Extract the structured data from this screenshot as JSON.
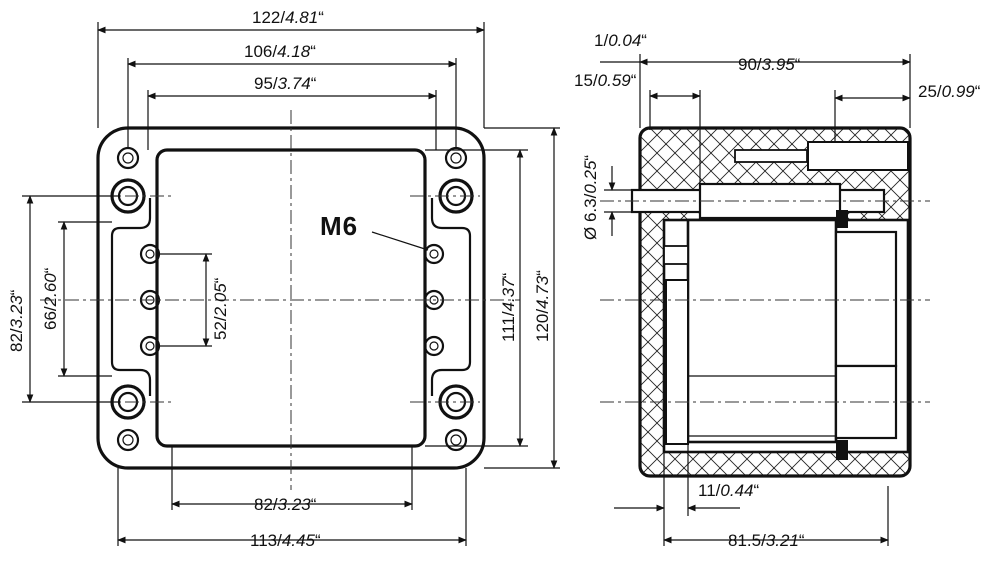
{
  "front_view": {
    "dimensions": {
      "width_overall": {
        "metric": "122",
        "imperial": "4.81",
        "mark": "“"
      },
      "width_flange_holes": {
        "metric": "106",
        "imperial": "4.18",
        "mark": "“"
      },
      "width_inner": {
        "metric": "95",
        "imperial": "3.74",
        "mark": "“"
      },
      "height_mount_holes": {
        "metric": "82",
        "imperial": "3.23",
        "mark": "“"
      },
      "height_terminal_strip": {
        "metric": "66",
        "imperial": "2.60",
        "mark": "“"
      },
      "terminal_pitch": {
        "metric": "52",
        "imperial": "2.05",
        "mark": "“"
      },
      "height_inner": {
        "metric": "111",
        "imperial": "4.37",
        "mark": "“"
      },
      "height_overall": {
        "metric": "120",
        "imperial": "4.73",
        "mark": "“"
      },
      "width_window": {
        "metric": "82",
        "imperial": "3.23",
        "mark": "“"
      },
      "width_base": {
        "metric": "113",
        "imperial": "4.45",
        "mark": "“"
      }
    },
    "callout": "M6"
  },
  "side_view": {
    "dimensions": {
      "gap": {
        "metric": "1",
        "imperial": "0.04",
        "mark": "“"
      },
      "depth_overall": {
        "metric": "90",
        "imperial": "3.95",
        "mark": "“"
      },
      "offset_left": {
        "metric": "15",
        "imperial": "0.59",
        "mark": "“"
      },
      "offset_right": {
        "metric": "25",
        "imperial": "0.99",
        "mark": "“"
      },
      "pin_diameter": {
        "prefix": "Ø ",
        "metric": "6.3",
        "imperial": "0.25",
        "mark": "“"
      },
      "wall": {
        "metric": "11",
        "imperial": "0.44",
        "mark": "“"
      },
      "depth_body": {
        "metric": "81.5",
        "imperial": "3.21",
        "mark": "“"
      }
    }
  }
}
